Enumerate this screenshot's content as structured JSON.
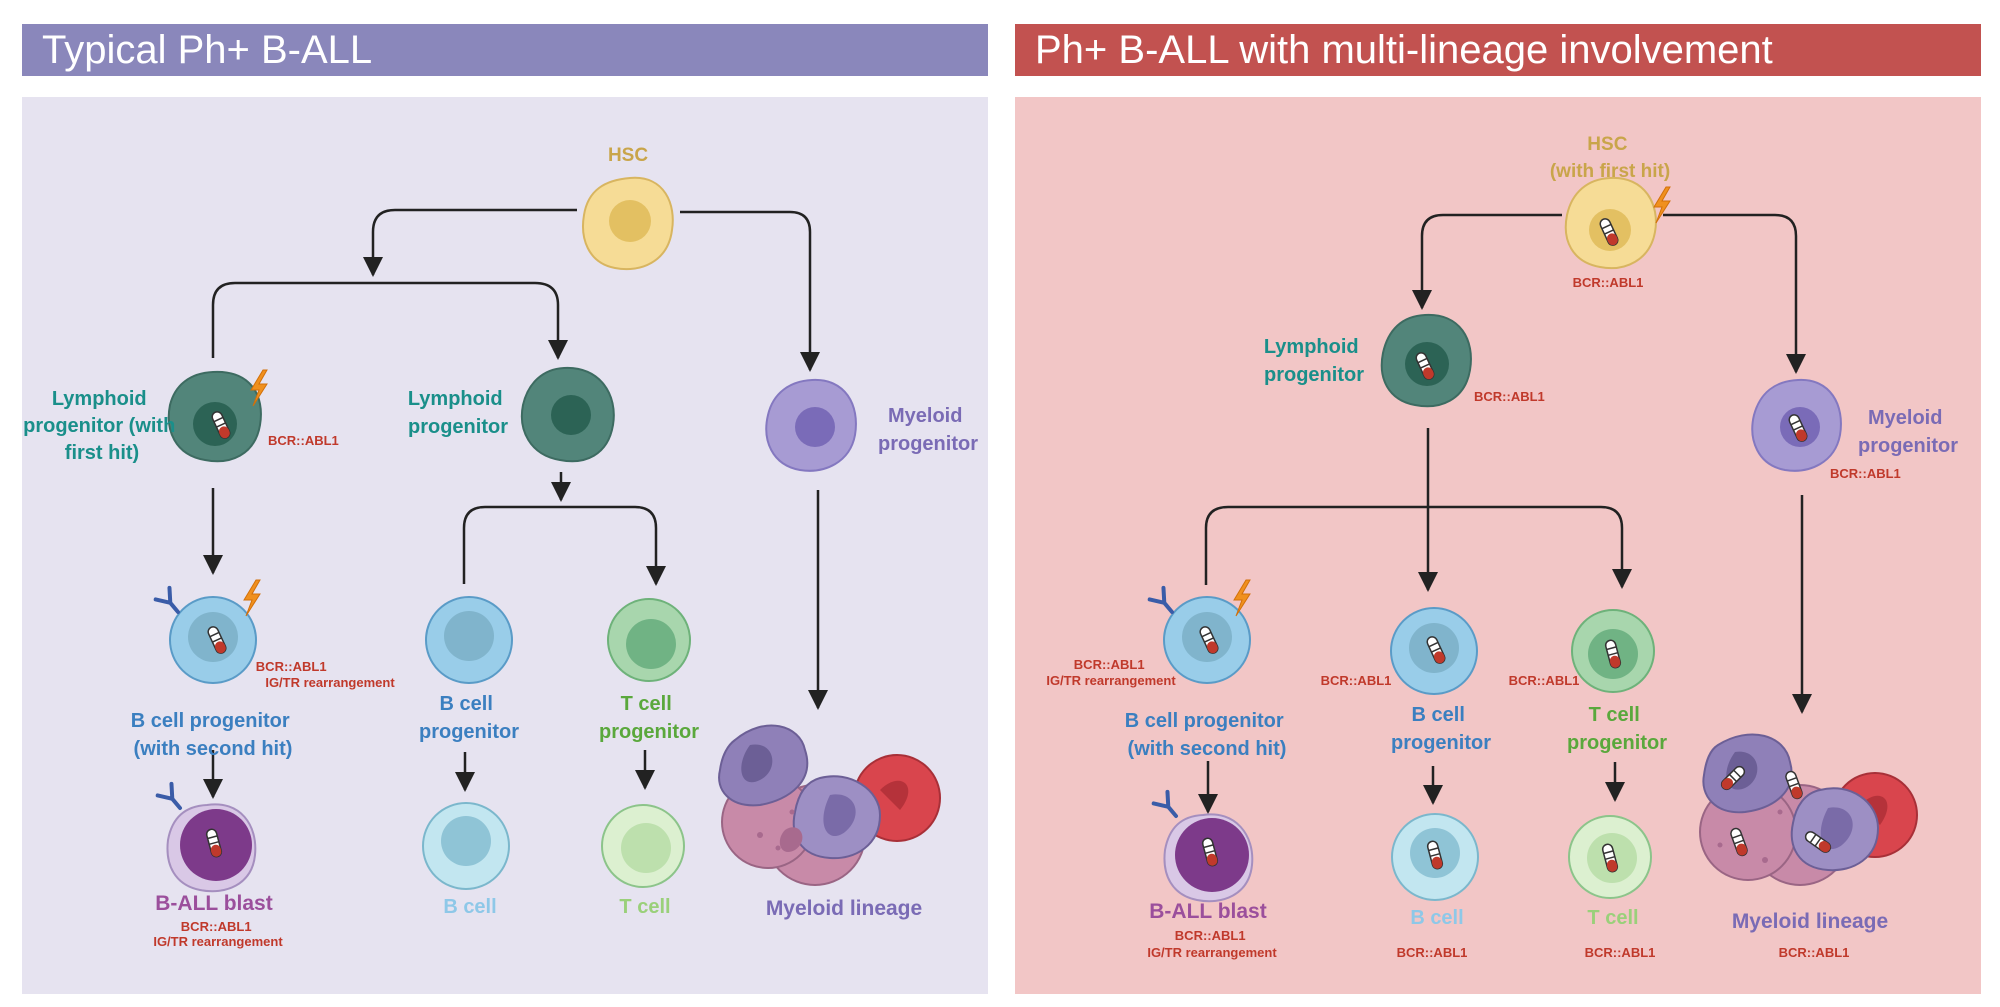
{
  "colors": {
    "left_bg": "#e6e3f0",
    "right_bg": "#f2c6c6",
    "left_header": "#8a87bb",
    "right_header": "#c25250",
    "hsc": "#c9a54a",
    "lymphoid": "#1a8f8a",
    "myeloid": "#7a6bb5",
    "bcell": "#3b7fc0",
    "bcell_light": "#8ec8e8",
    "tcell": "#5aa83c",
    "tcell_light": "#9ad07a",
    "blast": "#9b4f9c",
    "mutation": "#c0392b"
  },
  "left": {
    "title": "Typical Ph+ B-ALL",
    "hsc": "HSC",
    "lymphoid_hit": [
      "Lymphoid",
      "progenitor (with",
      "first hit)"
    ],
    "lymphoid_hit_mutation": "BCR::ABL1",
    "lymphoid": [
      "Lymphoid",
      "progenitor"
    ],
    "myeloid": [
      "Myeloid",
      "progenitor"
    ],
    "bprog_hit_mutations": [
      "BCR::ABL1",
      "IG/TR rearrangement"
    ],
    "bprog_hit": [
      "B cell progenitor",
      "(with second hit)"
    ],
    "bprog": [
      "B cell",
      "progenitor"
    ],
    "tprog": [
      "T cell",
      "progenitor"
    ],
    "blast": "B-ALL blast",
    "blast_mutations": [
      "BCR::ABL1",
      "IG/TR rearrangement"
    ],
    "bcell": "B cell",
    "tcell": "T cell",
    "myeloid_lineage": "Myeloid lineage"
  },
  "right": {
    "title": "Ph+ B-ALL with multi-lineage involvement",
    "hsc": [
      "HSC",
      "(with first hit)"
    ],
    "hsc_mutation": "BCR::ABL1",
    "lymphoid": [
      "Lymphoid",
      "progenitor"
    ],
    "lymphoid_mutation": "BCR::ABL1",
    "myeloid": [
      "Myeloid",
      "progenitor"
    ],
    "myeloid_mutation": "BCR::ABL1",
    "bprog_hit_mutations": [
      "BCR::ABL1",
      "IG/TR rearrangement"
    ],
    "bprog_hit": [
      "B cell progenitor",
      "(with second hit)"
    ],
    "bprog_mutation": "BCR::ABL1",
    "bprog": [
      "B cell",
      "progenitor"
    ],
    "tprog_mutation": "BCR::ABL1",
    "tprog": [
      "T cell",
      "progenitor"
    ],
    "blast": "B-ALL blast",
    "blast_mutations": [
      "BCR::ABL1",
      "IG/TR rearrangement"
    ],
    "bcell": "B cell",
    "bcell_mutation": "BCR::ABL1",
    "tcell": "T cell",
    "tcell_mutation": "BCR::ABL1",
    "myeloid_lineage": "Myeloid lineage",
    "myeloid_lineage_mutation": "BCR::ABL1"
  }
}
